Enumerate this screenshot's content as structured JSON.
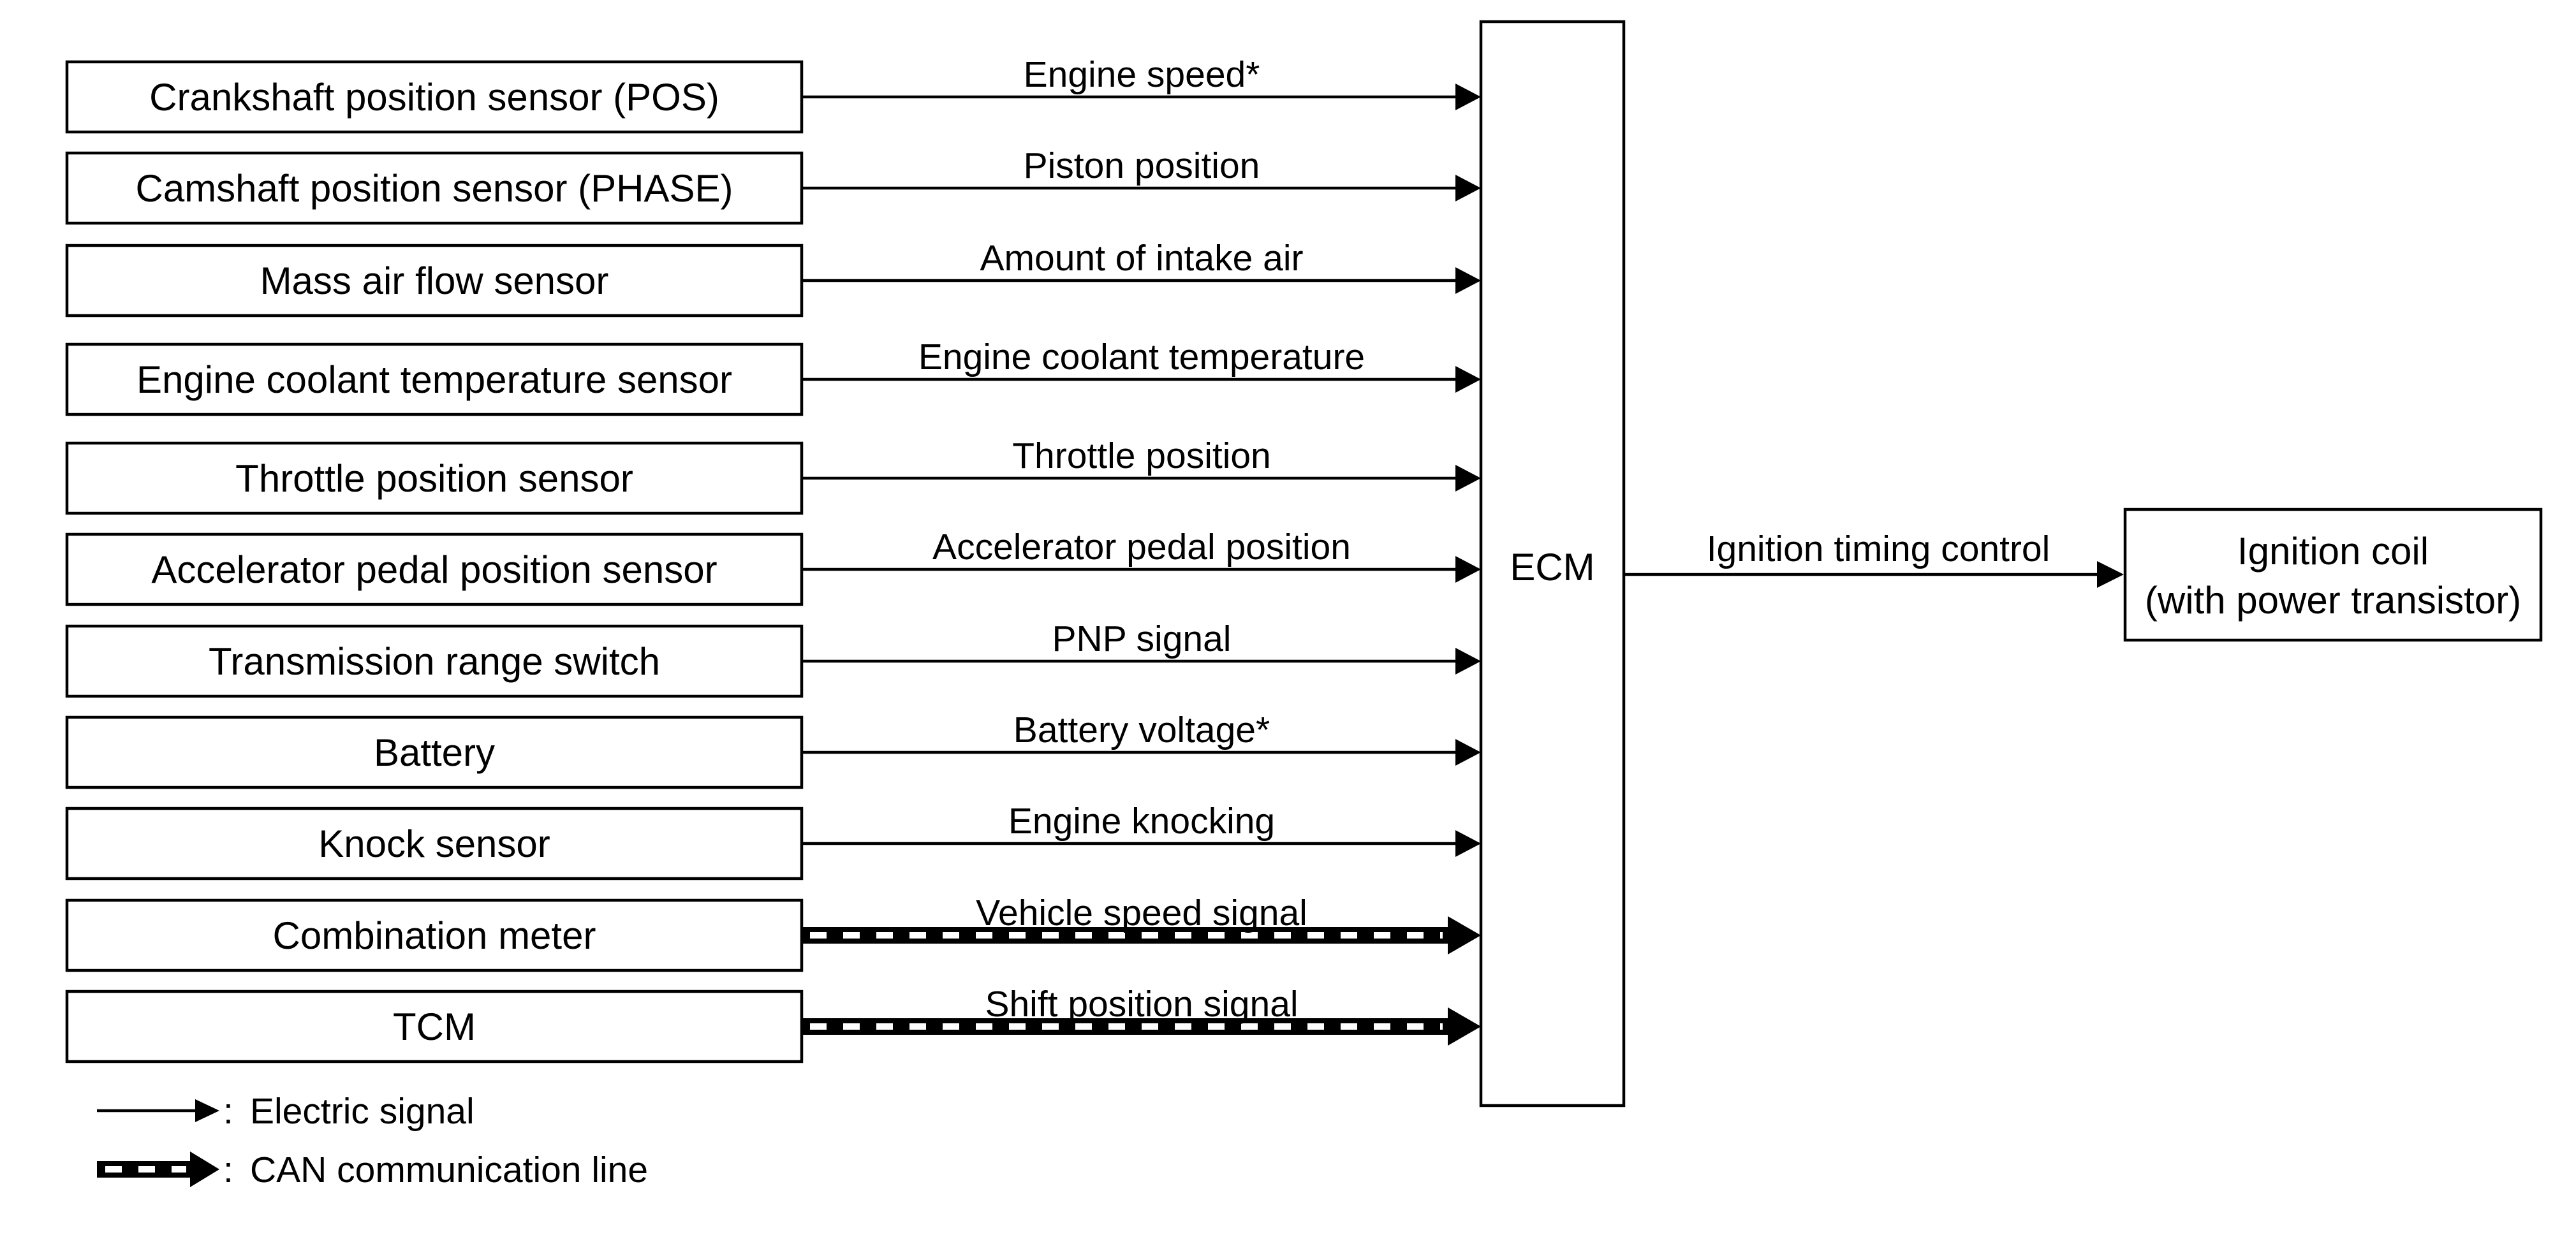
{
  "inputs": [
    {
      "source": "Crankshaft position sensor (POS)",
      "signal": "Engine speed*",
      "line": "electric"
    },
    {
      "source": "Camshaft position sensor (PHASE)",
      "signal": "Piston position",
      "line": "electric"
    },
    {
      "source": "Mass air flow sensor",
      "signal": "Amount of intake air",
      "line": "electric"
    },
    {
      "source": "Engine coolant temperature sensor",
      "signal": "Engine coolant temperature",
      "line": "electric"
    },
    {
      "source": "Throttle position sensor",
      "signal": "Throttle position",
      "line": "electric"
    },
    {
      "source": "Accelerator pedal position sensor",
      "signal": "Accelerator pedal position",
      "line": "electric"
    },
    {
      "source": "Transmission range switch",
      "signal": "PNP signal",
      "line": "electric"
    },
    {
      "source": "Battery",
      "signal": "Battery voltage*",
      "line": "electric"
    },
    {
      "source": "Knock sensor",
      "signal": "Engine knocking",
      "line": "electric"
    },
    {
      "source": "Combination meter",
      "signal": "Vehicle speed signal",
      "line": "can"
    },
    {
      "source": "TCM",
      "signal": "Shift position signal",
      "line": "can"
    }
  ],
  "controller": {
    "label": "ECM"
  },
  "output": {
    "signal": "Ignition timing control",
    "target_line1": "Ignition coil",
    "target_line2": "(with power transistor)"
  },
  "legend": {
    "electric": "Electric signal",
    "can": "CAN communication line",
    "separator": ":"
  },
  "colors": {
    "line": "#000000",
    "background": "#ffffff"
  }
}
